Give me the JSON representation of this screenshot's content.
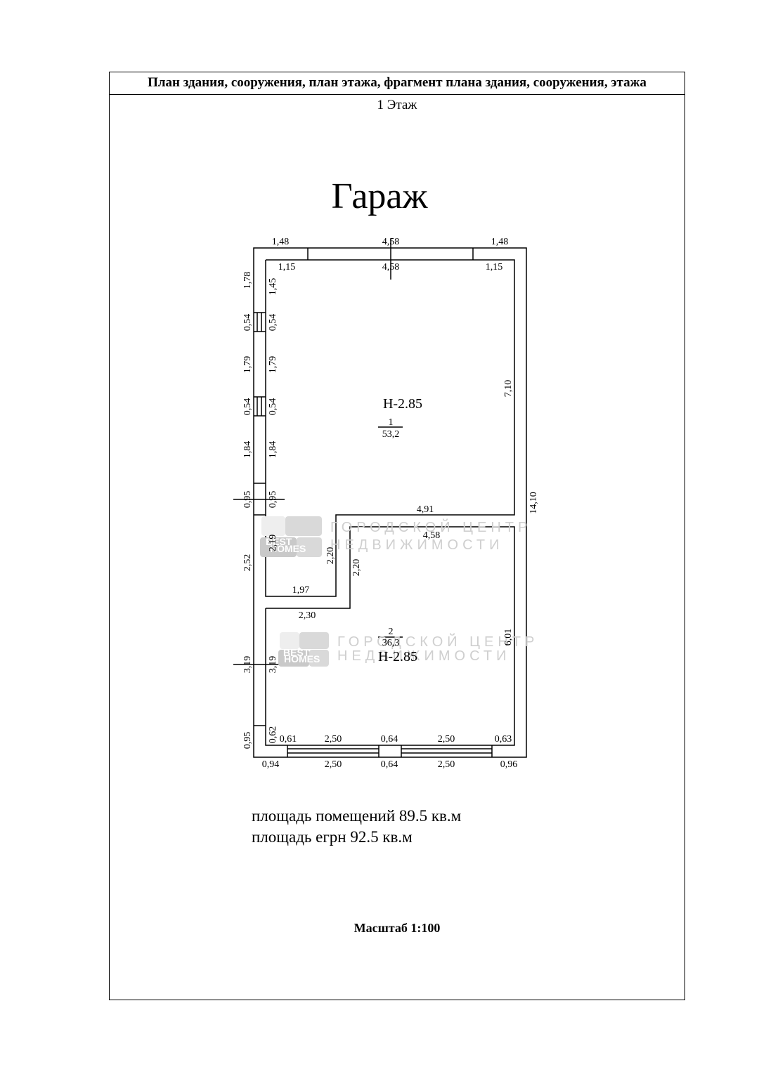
{
  "header": {
    "title": "План здания, сооружения, план этажа, фрагмент плана здания, сооружения, этажа",
    "floor": "1 Этаж"
  },
  "plan": {
    "building_name": "Гараж",
    "rooms": [
      {
        "height": "Н-2.85",
        "number": "1",
        "area": "53,2"
      },
      {
        "height": "Н-2.85",
        "number": "2",
        "area": "36,3"
      }
    ],
    "dims": {
      "top_outer_left": "1,48",
      "top_outer_mid": "4,58",
      "top_outer_right": "1,48",
      "top_inner_left": "1,15",
      "top_inner_mid": "4,58",
      "top_inner_right": "1,15",
      "left_outer": [
        "1,78",
        "0,54",
        "1,79",
        "0,54",
        "1,84",
        "0,95",
        "2,52",
        "3,19",
        "0,95"
      ],
      "left_inner": [
        "1,45",
        "0,54",
        "1,79",
        "0,54",
        "1,84",
        "0,95",
        "2,19",
        "3,19",
        "0,62"
      ],
      "right_outer": "14,10",
      "right_inner_top": "7,10",
      "right_inner_bottom": "6,01",
      "partition_upper": "4,91",
      "partition_lower": "4,58",
      "hall_width": "1,97",
      "hall_height": "2,20",
      "step_wall": "2,20",
      "hall_bottom": "2,30",
      "bottom_inner": [
        "0,61",
        "2,50",
        "0,64",
        "2,50",
        "0,63"
      ],
      "bottom_outer": [
        "0,94",
        "2,50",
        "0,64",
        "2,50",
        "0,96"
      ]
    },
    "watermark": {
      "line1": "ГОРОДСКОЙ ЦЕНТР",
      "line2": "НЕДВИЖИМОСТИ",
      "badge_small": "BEST",
      "badge_big": "HOMES"
    }
  },
  "summary": {
    "rooms_area": "площадь помещений 89.5 кв.м",
    "egrn_area": "площадь егрн 92.5 кв.м"
  },
  "footer": {
    "scale": "Масштаб 1:100"
  }
}
